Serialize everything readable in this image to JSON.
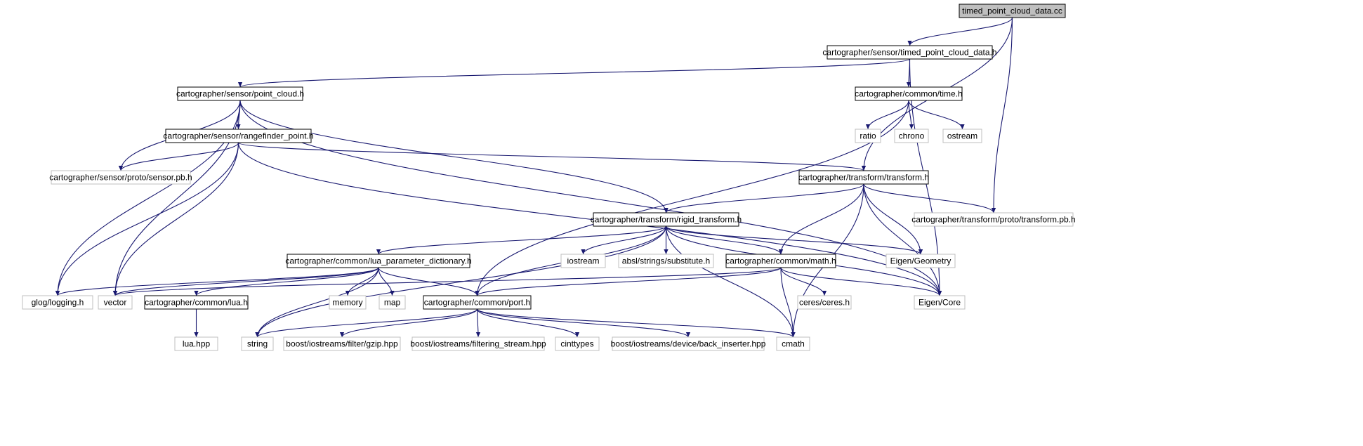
{
  "colors": {
    "edge": "#191970",
    "root_fill": "#bfbfbf",
    "local_border": "#000000",
    "external_border": "#bfbfbf"
  },
  "nodes": [
    {
      "id": "root",
      "label": "timed_point_cloud_data.cc",
      "kind": "root"
    },
    {
      "id": "tpcd_h",
      "label": "cartographer/sensor/timed_point_cloud_data.h",
      "kind": "local"
    },
    {
      "id": "pc_h",
      "label": "cartographer/sensor/point_cloud.h",
      "kind": "local"
    },
    {
      "id": "time_h",
      "label": "cartographer/common/time.h",
      "kind": "local"
    },
    {
      "id": "rf_h",
      "label": "cartographer/sensor/rangefinder_point.h",
      "kind": "local"
    },
    {
      "id": "ratio",
      "label": "ratio",
      "kind": "external"
    },
    {
      "id": "chrono",
      "label": "chrono",
      "kind": "external"
    },
    {
      "id": "ostream",
      "label": "ostream",
      "kind": "external"
    },
    {
      "id": "sensor_pb",
      "label": "cartographer/sensor/proto/sensor.pb.h",
      "kind": "external"
    },
    {
      "id": "transform_h",
      "label": "cartographer/transform/transform.h",
      "kind": "local"
    },
    {
      "id": "rigid_h",
      "label": "cartographer/transform/rigid_transform.h",
      "kind": "local"
    },
    {
      "id": "transform_pb",
      "label": "cartographer/transform/proto/transform.pb.h",
      "kind": "external"
    },
    {
      "id": "lpd_h",
      "label": "cartographer/common/lua_parameter_dictionary.h",
      "kind": "local"
    },
    {
      "id": "iostream",
      "label": "iostream",
      "kind": "external"
    },
    {
      "id": "substitute",
      "label": "absl/strings/substitute.h",
      "kind": "external"
    },
    {
      "id": "math_h",
      "label": "cartographer/common/math.h",
      "kind": "local"
    },
    {
      "id": "geometry",
      "label": "Eigen/Geometry",
      "kind": "external"
    },
    {
      "id": "glog",
      "label": "glog/logging.h",
      "kind": "external"
    },
    {
      "id": "vector",
      "label": "vector",
      "kind": "external"
    },
    {
      "id": "lua_h",
      "label": "cartographer/common/lua.h",
      "kind": "local"
    },
    {
      "id": "memory",
      "label": "memory",
      "kind": "external"
    },
    {
      "id": "map",
      "label": "map",
      "kind": "external"
    },
    {
      "id": "port_h",
      "label": "cartographer/common/port.h",
      "kind": "local"
    },
    {
      "id": "ceres",
      "label": "ceres/ceres.h",
      "kind": "external"
    },
    {
      "id": "eigen_core",
      "label": "Eigen/Core",
      "kind": "external"
    },
    {
      "id": "lua_hpp",
      "label": "lua.hpp",
      "kind": "external"
    },
    {
      "id": "string",
      "label": "string",
      "kind": "external"
    },
    {
      "id": "gzip",
      "label": "boost/iostreams/filter/gzip.hpp",
      "kind": "external"
    },
    {
      "id": "filtering",
      "label": "boost/iostreams/filtering_stream.hpp",
      "kind": "external"
    },
    {
      "id": "cinttypes",
      "label": "cinttypes",
      "kind": "external"
    },
    {
      "id": "back_inserter",
      "label": "boost/iostreams/device/back_inserter.hpp",
      "kind": "external"
    },
    {
      "id": "cmath",
      "label": "cmath",
      "kind": "external"
    }
  ],
  "edges": [
    [
      "root",
      "tpcd_h"
    ],
    [
      "root",
      "transform_h"
    ],
    [
      "root",
      "transform_pb"
    ],
    [
      "tpcd_h",
      "pc_h"
    ],
    [
      "tpcd_h",
      "time_h"
    ],
    [
      "tpcd_h",
      "eigen_core"
    ],
    [
      "pc_h",
      "rf_h"
    ],
    [
      "pc_h",
      "sensor_pb"
    ],
    [
      "pc_h",
      "rigid_h"
    ],
    [
      "pc_h",
      "glog"
    ],
    [
      "pc_h",
      "vector"
    ],
    [
      "pc_h",
      "eigen_core"
    ],
    [
      "time_h",
      "ratio"
    ],
    [
      "time_h",
      "chrono"
    ],
    [
      "time_h",
      "ostream"
    ],
    [
      "time_h",
      "port_h"
    ],
    [
      "rf_h",
      "sensor_pb"
    ],
    [
      "rf_h",
      "transform_h"
    ],
    [
      "rf_h",
      "glog"
    ],
    [
      "rf_h",
      "vector"
    ],
    [
      "rf_h",
      "eigen_core"
    ],
    [
      "transform_h",
      "rigid_h"
    ],
    [
      "transform_h",
      "transform_pb"
    ],
    [
      "transform_h",
      "math_h"
    ],
    [
      "transform_h",
      "geometry"
    ],
    [
      "transform_h",
      "eigen_core"
    ],
    [
      "transform_h",
      "cmath"
    ],
    [
      "rigid_h",
      "lpd_h"
    ],
    [
      "rigid_h",
      "iostream"
    ],
    [
      "rigid_h",
      "substitute"
    ],
    [
      "rigid_h",
      "math_h"
    ],
    [
      "rigid_h",
      "geometry"
    ],
    [
      "rigid_h",
      "port_h"
    ],
    [
      "rigid_h",
      "string"
    ],
    [
      "rigid_h",
      "eigen_core"
    ],
    [
      "rigid_h",
      "cmath"
    ],
    [
      "lpd_h",
      "glog"
    ],
    [
      "lpd_h",
      "vector"
    ],
    [
      "lpd_h",
      "lua_h"
    ],
    [
      "lpd_h",
      "memory"
    ],
    [
      "lpd_h",
      "map"
    ],
    [
      "lpd_h",
      "port_h"
    ],
    [
      "lpd_h",
      "string"
    ],
    [
      "math_h",
      "port_h"
    ],
    [
      "math_h",
      "ceres"
    ],
    [
      "math_h",
      "eigen_core"
    ],
    [
      "math_h",
      "cmath"
    ],
    [
      "math_h",
      "vector"
    ],
    [
      "lua_h",
      "lua_hpp"
    ],
    [
      "port_h",
      "string"
    ],
    [
      "port_h",
      "gzip"
    ],
    [
      "port_h",
      "filtering"
    ],
    [
      "port_h",
      "cinttypes"
    ],
    [
      "port_h",
      "back_inserter"
    ],
    [
      "port_h",
      "cmath"
    ]
  ]
}
